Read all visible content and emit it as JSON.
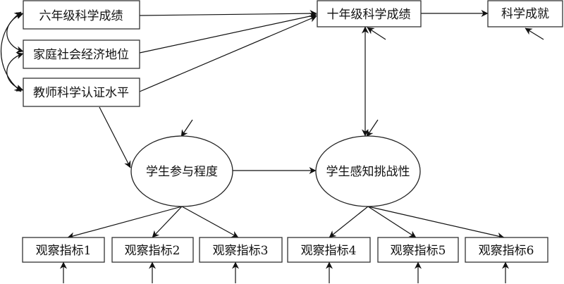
{
  "diagram": {
    "type": "structural-equation-model",
    "colors": {
      "stroke": "#111111",
      "background": "#ffffff"
    },
    "nodes": {
      "grade6": {
        "label": "六年级科学成绩",
        "shape": "rect"
      },
      "ses": {
        "label": "家庭社会经济地位",
        "shape": "rect"
      },
      "teacher": {
        "label": "教师科学认证水平",
        "shape": "rect"
      },
      "grade10": {
        "label": "十年级科学成绩",
        "shape": "rect"
      },
      "achieve": {
        "label": "科学成就",
        "shape": "rect"
      },
      "engage": {
        "label": "学生参与程度",
        "shape": "ellipse"
      },
      "challenge": {
        "label": "学生感知挑战性",
        "shape": "ellipse"
      },
      "obs1": {
        "label": "观察指标1",
        "shape": "rect"
      },
      "obs2": {
        "label": "观察指标2",
        "shape": "rect"
      },
      "obs3": {
        "label": "观察指标3",
        "shape": "rect"
      },
      "obs4": {
        "label": "观察指标4",
        "shape": "rect"
      },
      "obs5": {
        "label": "观察指标5",
        "shape": "rect"
      },
      "obs6": {
        "label": "观察指标6",
        "shape": "rect"
      }
    },
    "edges": [
      {
        "from": "grade6",
        "to": "grade10",
        "type": "directed"
      },
      {
        "from": "ses",
        "to": "grade10",
        "type": "directed"
      },
      {
        "from": "teacher",
        "to": "grade10",
        "type": "directed"
      },
      {
        "from": "grade10",
        "to": "achieve",
        "type": "directed"
      },
      {
        "from": "teacher",
        "to": "engage",
        "type": "directed"
      },
      {
        "from": "engage",
        "to": "challenge",
        "type": "directed"
      },
      {
        "from": "grade10",
        "to": "challenge",
        "type": "bidirectional"
      },
      {
        "from": "grade6",
        "to": "ses",
        "type": "covariance"
      },
      {
        "from": "ses",
        "to": "teacher",
        "type": "covariance"
      },
      {
        "from": "grade6",
        "to": "teacher",
        "type": "covariance"
      },
      {
        "from": "engage",
        "to": "obs1",
        "type": "directed"
      },
      {
        "from": "engage",
        "to": "obs2",
        "type": "directed"
      },
      {
        "from": "engage",
        "to": "obs3",
        "type": "directed"
      },
      {
        "from": "challenge",
        "to": "obs4",
        "type": "directed"
      },
      {
        "from": "challenge",
        "to": "obs5",
        "type": "directed"
      },
      {
        "from": "challenge",
        "to": "obs6",
        "type": "directed"
      }
    ],
    "error_terms_on": [
      "grade10",
      "achieve",
      "engage",
      "challenge",
      "obs1",
      "obs2",
      "obs3",
      "obs4",
      "obs5",
      "obs6"
    ]
  }
}
